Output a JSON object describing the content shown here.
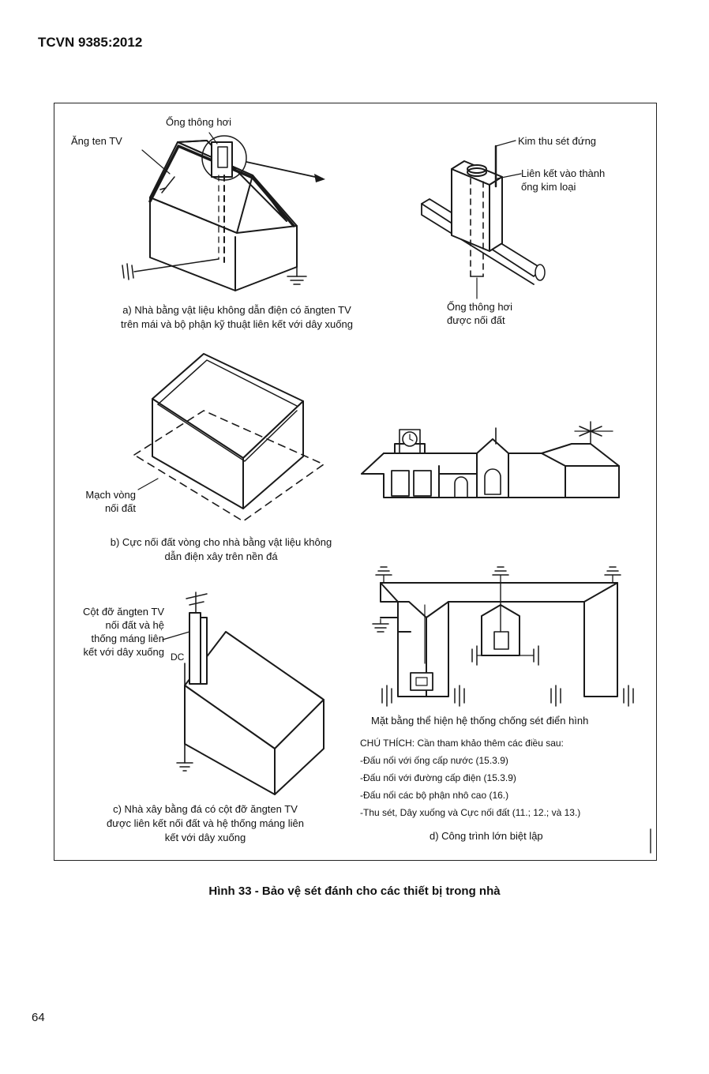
{
  "header": {
    "standard": "TCVN 9385:2012"
  },
  "panel_a": {
    "labels": {
      "antenna": "Ăng ten TV",
      "vent": "Ống thông hơi"
    },
    "caption": [
      "a) Nhà bằng vật liệu không dẫn điện có ăngten TV",
      "trên mái và bộ phận kỹ thuật liên kết với dây xuống"
    ]
  },
  "panel_a2": {
    "labels": {
      "air_rod": "Kim thu sét đứng",
      "bond": [
        "Liên kết vào thành",
        "ống kim loại"
      ],
      "vent_earth": [
        "Ống thông hơi",
        "được nối đất"
      ]
    }
  },
  "panel_b": {
    "labels": {
      "ring": [
        "Mạch vòng",
        "nối đất"
      ]
    },
    "caption": [
      "b) Cực nối đất vòng cho nhà bằng vật liệu không",
      "dẫn điện xây trên nền đá"
    ]
  },
  "panel_c": {
    "labels": {
      "mast": [
        "Cột đỡ ăngten TV",
        "nối đất và hệ",
        "thống máng liên",
        "kết với dây xuống"
      ],
      "dc": "DC"
    },
    "caption": [
      "c) Nhà xây bằng đá có cột đỡ ăngten TV",
      "được liên kết nối đất và hệ thống máng liên",
      "kết với dây xuống"
    ]
  },
  "panel_d": {
    "plan_title": "Mặt bằng thể hiện hệ thống chống sét điển hình",
    "note_title": "CHÚ THÍCH: Cần tham khảo thêm các điều sau:",
    "notes": [
      "-Đấu nối với ống cấp nước (15.3.9)",
      "-Đấu nối với đường cấp điện (15.3.9)",
      "-Đấu nối các bộ phận nhô cao (16.)",
      "-Thu sét, Dây xuống và Cực nối đất (11.; 12.; và 13.)"
    ],
    "caption": "d) Công trình lớn biệt lập"
  },
  "figure": {
    "caption": "Hình 33 - Bảo vệ sét đánh cho các thiết bị trong nhà"
  },
  "footer": {
    "page_number": "64"
  }
}
